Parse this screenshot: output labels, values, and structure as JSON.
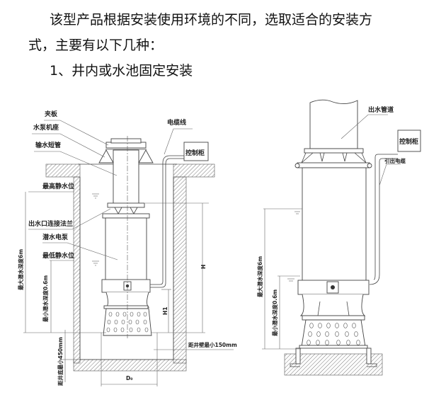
{
  "document": {
    "paragraph_1": "该型产品根据安装使用环境的不同，选取适合的安装方",
    "paragraph_2": "式，主要有以下几种：",
    "heading_1": "1、井内或水池固定安装"
  },
  "figure_left": {
    "labels": {
      "clamp_plate": "夹板",
      "pump_base": "水泵机座",
      "short_pipe": "输水短管",
      "cable": "电缆线",
      "control_cabinet": "控制柜",
      "max_static_level": "最高静水位",
      "outlet_flange": "出水口连接法兰",
      "submersible_pump": "潜水电泵",
      "min_static_level": "最低静水位",
      "max_depth": "最大潜水深度6m",
      "min_depth": "最小潜水深度0.6m",
      "bottom_clearance": "距井底最小450mm",
      "wall_clearance": "距井壁最小150mm",
      "dim_H": "H",
      "dim_H1": "H1",
      "dim_D0": "D₀"
    }
  },
  "figure_right": {
    "labels": {
      "outlet_pipe": "出水管道",
      "control_cabinet": "控制柜",
      "lead_cable": "引出电缆",
      "max_depth": "最大潜水深度6m",
      "min_depth": "最小潜水深度0.6m"
    }
  }
}
